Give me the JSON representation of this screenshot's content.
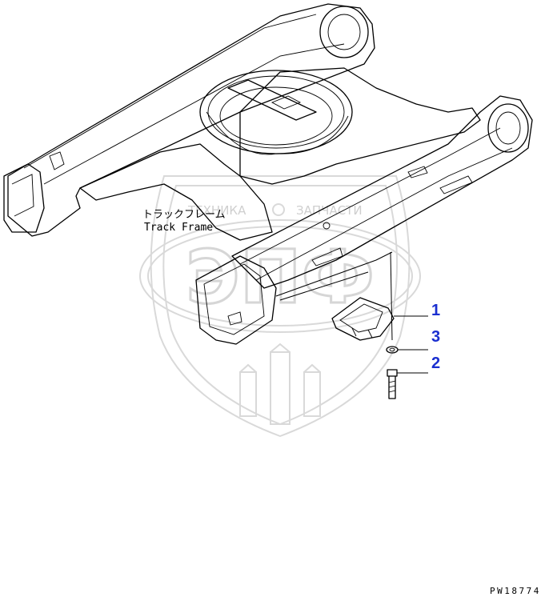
{
  "labels": {
    "frame_jp": "トラックフレーム",
    "frame_en": "Track Frame"
  },
  "callouts": [
    {
      "number": "1",
      "part": "guard"
    },
    {
      "number": "3",
      "part": "washer"
    },
    {
      "number": "2",
      "part": "bolt"
    }
  ],
  "watermark": {
    "logo_letters": "ЭПФ",
    "left_text": "ТЕХНИКА",
    "right_text": "ЗАПЧАСТИ"
  },
  "drawing_code": "PW18774",
  "colors": {
    "callout": "#1a2fd0",
    "line": "#000000",
    "watermark": "#d9d9d9"
  }
}
